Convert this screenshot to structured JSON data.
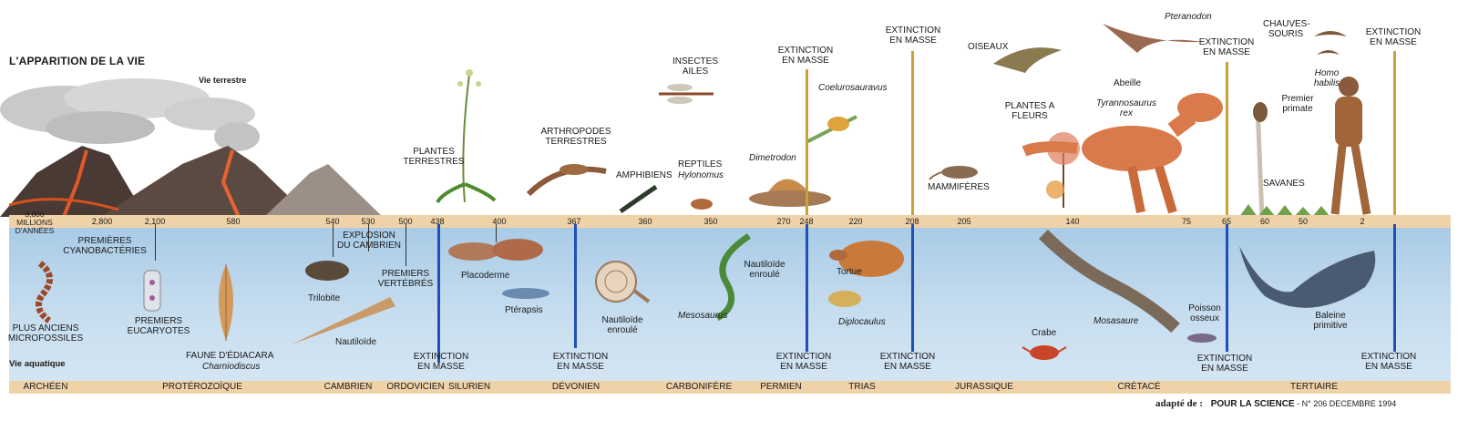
{
  "title": "L'APPARITION DE LA VIE",
  "land_label": "Vie terrestre",
  "water_label": "Vie aquatique",
  "source": {
    "prefix": "adapté de :",
    "magazine": "POUR LA SCIENCE",
    "issue": " - N° 206 DECEMBRE 1994"
  },
  "timeline_ticks": [
    "3,800 MILLIONS D'ANNÉES",
    "2,800",
    "2,100",
    "580",
    "540",
    "530",
    "500",
    "438",
    "400",
    "367",
    "360",
    "350",
    "270",
    "248",
    "220",
    "208",
    "205",
    "140",
    "75",
    "65",
    "60",
    "50",
    "2"
  ],
  "eras": [
    "ARCHÉEN",
    "PROTÉROZOÏQUE",
    "CAMBRIEN",
    "ORDOVICIEN",
    "SILURIEN",
    "DÉVONIEN",
    "CARBONIFÈRE",
    "PERMIEN",
    "TRIAS",
    "JURASSIQUE",
    "CRÉTACÉ",
    "TERTIAIRE"
  ],
  "extinction_label": "EXTINCTION EN MASSE",
  "land_labels": {
    "plantes_terrestres": "PLANTES TERRESTRES",
    "arthropodes": "ARTHROPODES TERRESTRES",
    "insectes": "INSECTES AILES",
    "amphibiens": "AMPHIBIENS",
    "reptiles": "REPTILES",
    "hylonomus": "Hylonomus",
    "dimetrodon": "Dimetrodon",
    "coelurosauravus": "Coelurosauravus",
    "mammiferes": "MAMMIFÈRES",
    "oiseaux": "OISEAUX",
    "plantes_fleurs": "PLANTES A FLEURS",
    "tyrannosaurus": "Tyrannosaurus rex",
    "pteranodon": "Pteranodon",
    "abeille": "Abeille",
    "chauves_souris": "CHAUVES-SOURIS",
    "premier_primate": "Premier primate",
    "homo_habilis": "Homo habilis",
    "savanes": "SAVANES"
  },
  "water_labels": {
    "microfossiles": "PLUS ANCIENS MICROFOSSILES",
    "cyanobacteries": "PREMIÈRES CYANOBACTÉRIES",
    "eucaryotes": "PREMIERS EUCARYOTES",
    "ediacara": "FAUNE D'ÉDIACARA",
    "charniodiscus": "Charniodiscus",
    "explosion": "EXPLOSION DU CAMBRIEN",
    "trilobite": "Trilobite",
    "nautiloide": "Nautiloïde",
    "vertebres": "PREMIERS VERTÉBRÉS",
    "placoderme": "Placoderme",
    "pterapsis": "Ptérapsis",
    "nautiloide_enroule": "Nautiloïde enroulé",
    "mesosaurus": "Mesosaurus",
    "tortue": "Tortue",
    "diplocaulus": "Diplocaulus",
    "crabe": "Crabe",
    "mosasaure": "Mosasaure",
    "poisson": "Poisson osseux",
    "baleine": "Baleine primitive"
  }
}
